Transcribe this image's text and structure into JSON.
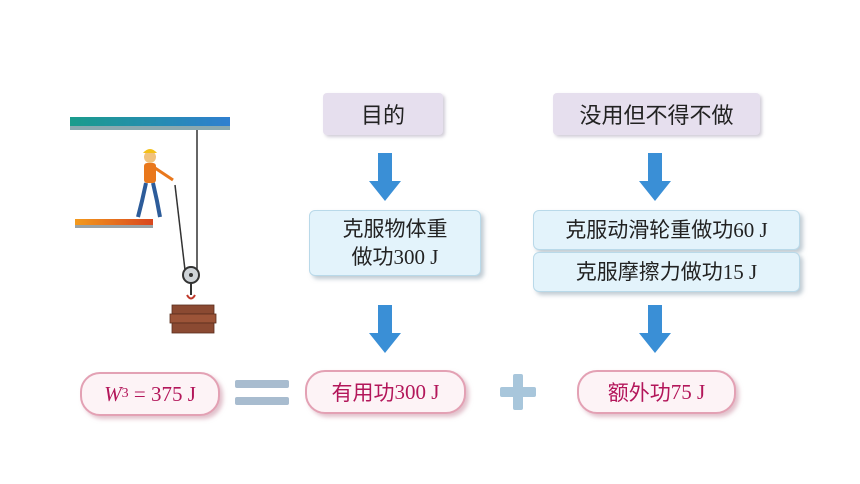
{
  "top_labels": {
    "purpose": "目的",
    "unavoidable": "没用但不得不做"
  },
  "left_work": {
    "line1": "克服物体重",
    "line2_text": "做功",
    "line2_value": "300 J"
  },
  "right_work": [
    {
      "text": "克服动滑轮重做功",
      "value": "60 J"
    },
    {
      "text": "克服摩擦力做功",
      "value": "15 J"
    }
  ],
  "equation": {
    "total": {
      "symbol": "W",
      "subscript": "3",
      "equals": " = ",
      "value": "375 J"
    },
    "useful": {
      "text": "有用功",
      "value": "300 J"
    },
    "extra": {
      "text": "额外功",
      "value": "75 J"
    }
  },
  "colors": {
    "arrow": "#3a8fd6",
    "pill_text": "#b3165a",
    "pill_border": "#e3a1b4",
    "label_bg": "#e6dfee",
    "work_bg": "#e3f3fb"
  }
}
